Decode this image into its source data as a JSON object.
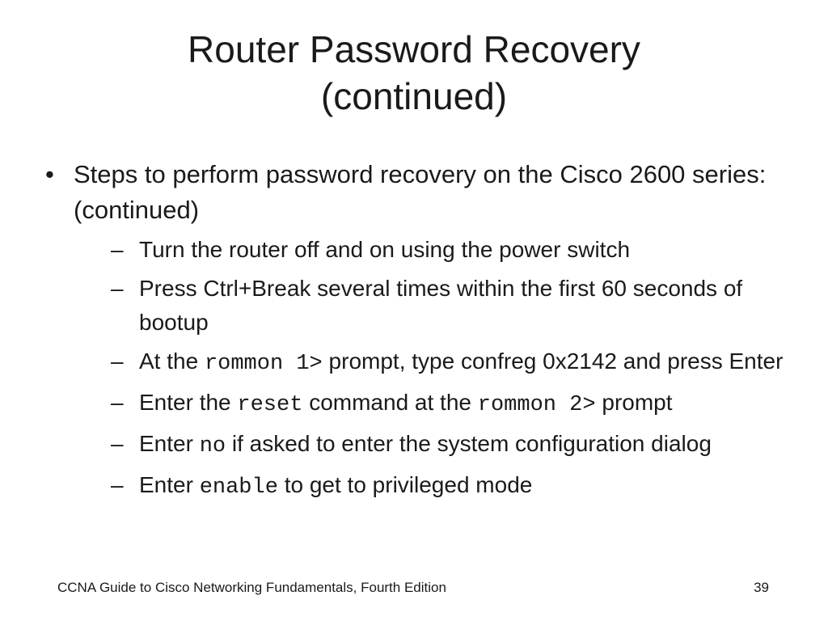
{
  "title": {
    "line1": "Router Password Recovery",
    "line2": "(continued)"
  },
  "bullet": {
    "marker": "•",
    "text": "Steps to perform password recovery on the Cisco 2600 series: (continued)"
  },
  "sub_marker": "–",
  "sub_items": [
    {
      "text": "Turn the router off and on using the power switch"
    },
    {
      "text": "Press Ctrl+Break several times within the first 60 seconds of bootup"
    },
    {
      "before": "At the ",
      "code": "rommon 1>",
      "after": " prompt, type confreg 0x2142 and press Enter"
    },
    {
      "before": "Enter the ",
      "code": "reset",
      "middle": " command at the ",
      "code2": "rommon 2>",
      "after": " prompt"
    },
    {
      "before": "Enter ",
      "code": "no",
      "after": " if asked to enter the system configuration dialog"
    },
    {
      "before": "Enter ",
      "code": "enable",
      "after": " to get to privileged mode"
    }
  ],
  "footer": {
    "source": "CCNA Guide to Cisco Networking Fundamentals, Fourth Edition",
    "page_number": "39"
  }
}
